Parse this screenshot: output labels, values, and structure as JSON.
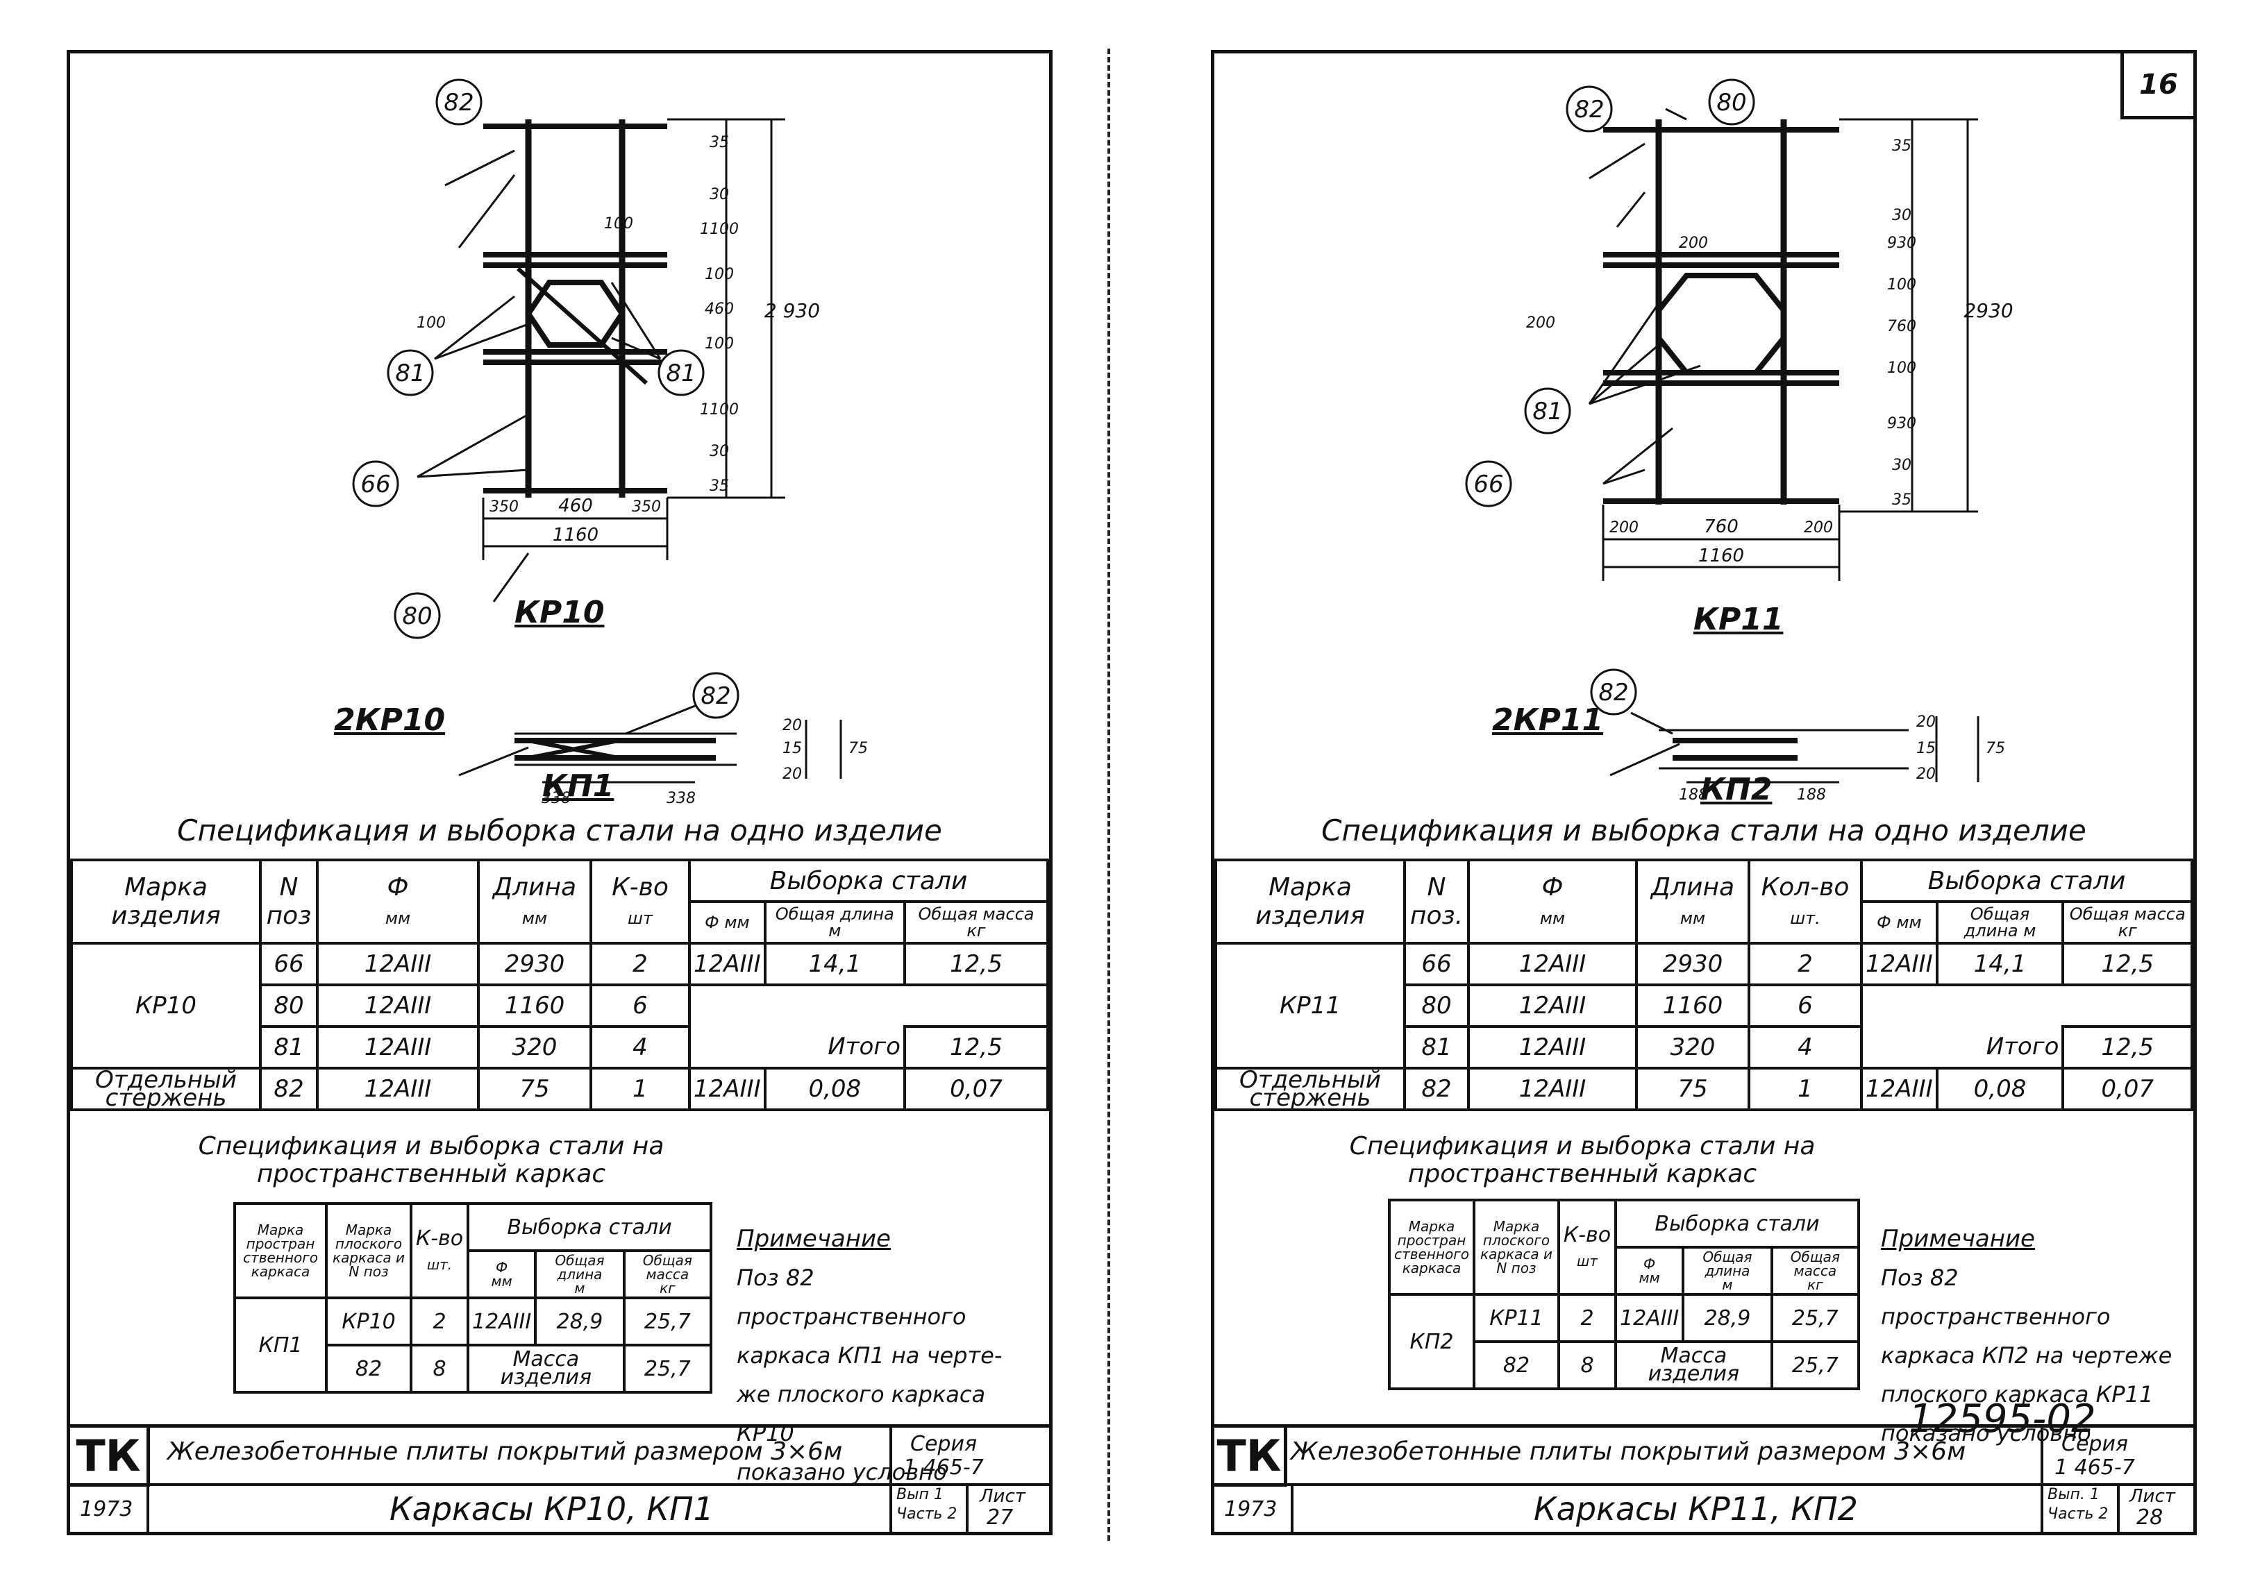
{
  "left": {
    "drawing": {
      "marks": {
        "m82": "82",
        "m81a": "81",
        "m81b": "81",
        "m66": "66",
        "m80": "80",
        "m82b": "82"
      },
      "dims": {
        "d35a": "35",
        "d30a": "30",
        "d1100a": "1100",
        "d100a": "100",
        "d460v": "460",
        "d100b": "100",
        "d1100b": "1100",
        "d30b": "30",
        "d35b": "35",
        "d2930": "2 930",
        "d100top": "100",
        "d350a": "350",
        "d460h": "460",
        "d350b": "350",
        "d1160": "1160",
        "d100diag": "100",
        "d338a": "338",
        "d338b": "338",
        "d20a": "20",
        "d15": "15",
        "d20b": "20",
        "d75": "75"
      },
      "kr_label": "КР10",
      "kp_ref": "2КР10",
      "kp_label": "КП1"
    },
    "spec1": {
      "title": "Спецификация и выборка стали на одно изделие",
      "headers": {
        "mark": "Марка изделия",
        "pos": "N поз",
        "diam": "Ф",
        "diam_unit": "мм",
        "length": "Длина",
        "length_unit": "мм",
        "qty": "К-во",
        "qty_unit": "шт",
        "selection": "Выборка стали",
        "sel_diam": "Ф мм",
        "sel_len": "Общая длина м",
        "sel_mass": "Общая масса кг"
      },
      "rows": [
        {
          "mark": "КР10",
          "pos": "66",
          "diam": "12АIII",
          "length": "2930",
          "qty": "2",
          "sd": "12АIII",
          "sl": "14,1",
          "sm": "12,5"
        },
        {
          "pos": "80",
          "diam": "12АIII",
          "length": "1160",
          "qty": "6"
        },
        {
          "pos": "81",
          "diam": "12АIII",
          "length": "320",
          "qty": "4",
          "total_label": "Итого",
          "total": "12,5"
        },
        {
          "mark": "Отдельный стержень",
          "pos": "82",
          "diam": "12АIII",
          "length": "75",
          "qty": "1",
          "sd": "12АIII",
          "sl": "0,08",
          "sm": "0,07"
        }
      ]
    },
    "spec2": {
      "title": "Спецификация и выборка стали на пространственный каркас",
      "headers": {
        "mark": "Марка простран ственного каркаса",
        "flat": "Марка плоского каркаса и N поз",
        "qty": "К-во",
        "qty_unit": "шт.",
        "selection": "Выборка стали",
        "d": "Ф",
        "d_unit": "мм",
        "len": "Общая длина",
        "len_unit": "м",
        "mass": "Общая масса",
        "mass_unit": "кг"
      },
      "mark": "КП1",
      "r1": {
        "flat": "КР10",
        "qty": "2",
        "d": "12АIII",
        "len": "28,9",
        "mass": "25,7"
      },
      "r2": {
        "flat": "82",
        "qty": "8",
        "mass_label": "Масса изделия",
        "mass": "25,7"
      }
    },
    "note": {
      "title": "Примечание",
      "lines": [
        "Поз 82 пространственного",
        "каркаса КП1 на черте-",
        "же плоского каркаса КР10",
        "показано условно"
      ]
    },
    "stamp": {
      "org": "ТК",
      "title": "Железобетонные плиты покрытий размером 3×6м",
      "series_label": "Серия",
      "series": "1 465-7",
      "year": "1973",
      "name": "Каркасы КР10, КП1",
      "issue": "Вып 1",
      "part": "Часть 2",
      "sheet_label": "Лист",
      "sheet": "27"
    }
  },
  "right": {
    "page_number": "16",
    "drawing": {
      "marks": {
        "m82": "82",
        "m80": "80",
        "m81": "81",
        "m66": "66",
        "m82b": "82"
      },
      "dims": {
        "d35a": "35",
        "d30a": "30",
        "d930a": "930",
        "d100a": "100",
        "d760v": "760",
        "d100b": "100",
        "d930b": "930",
        "d30b": "30",
        "d35b": "35",
        "d2930": "2930",
        "d200top": "200",
        "d200side": "200",
        "d200a": "200",
        "d760h": "760",
        "d200b": "200",
        "d1160": "1160",
        "d188a": "188",
        "d188b": "188",
        "d20a": "20",
        "d15": "15",
        "d20b": "20",
        "d75": "75"
      },
      "kr_label": "КР11",
      "kp_ref": "2КР11",
      "kp_label": "КП2"
    },
    "spec1": {
      "title": "Спецификация и выборка стали на одно изделие",
      "headers": {
        "mark": "Марка изделия",
        "pos": "N поз.",
        "diam": "Ф",
        "diam_unit": "мм",
        "length": "Длина",
        "length_unit": "мм",
        "qty": "Кол-во",
        "qty_unit": "шт.",
        "selection": "Выборка стали",
        "sel_diam": "Ф мм",
        "sel_len": "Общая длина м",
        "sel_mass": "Общая масса кг"
      },
      "rows": [
        {
          "mark": "КР11",
          "pos": "66",
          "diam": "12АIII",
          "length": "2930",
          "qty": "2",
          "sd": "12АIII",
          "sl": "14,1",
          "sm": "12,5"
        },
        {
          "pos": "80",
          "diam": "12АIII",
          "length": "1160",
          "qty": "6"
        },
        {
          "pos": "81",
          "diam": "12АIII",
          "length": "320",
          "qty": "4",
          "total_label": "Итого",
          "total": "12,5"
        },
        {
          "mark": "Отдельный стержень",
          "pos": "82",
          "diam": "12АIII",
          "length": "75",
          "qty": "1",
          "sd": "12АIII",
          "sl": "0,08",
          "sm": "0,07"
        }
      ]
    },
    "spec2": {
      "title": "Спецификация и выборка стали на пространственный каркас",
      "headers": {
        "mark": "Марка простран ственного каркаса",
        "flat": "Марка плоского каркаса и N поз",
        "qty": "К-во",
        "qty_unit": "шт",
        "selection": "Выборка стали",
        "d": "Ф",
        "d_unit": "мм",
        "len": "Общая длина",
        "len_unit": "м",
        "mass": "Общая масса",
        "mass_unit": "кг"
      },
      "mark": "КП2",
      "r1": {
        "flat": "КР11",
        "qty": "2",
        "d": "12АIII",
        "len": "28,9",
        "mass": "25,7"
      },
      "r2": {
        "flat": "82",
        "qty": "8",
        "mass_label": "Масса изделия",
        "mass": "25,7"
      }
    },
    "note": {
      "title": "Примечание",
      "lines": [
        "Поз 82 пространственного",
        "каркаса КП2 на чертеже",
        "плоского каркаса КР11",
        "показано условно"
      ]
    },
    "doc_number": "12595-02",
    "stamp": {
      "org": "ТК",
      "title": "Железобетонные плиты покрытий размером 3×6м",
      "series_label": "Серия",
      "series": "1 465-7",
      "year": "1973",
      "name": "Каркасы КР11, КП2",
      "issue": "Вып. 1",
      "part": "Часть 2",
      "sheet_label": "Лист",
      "sheet": "28"
    }
  }
}
